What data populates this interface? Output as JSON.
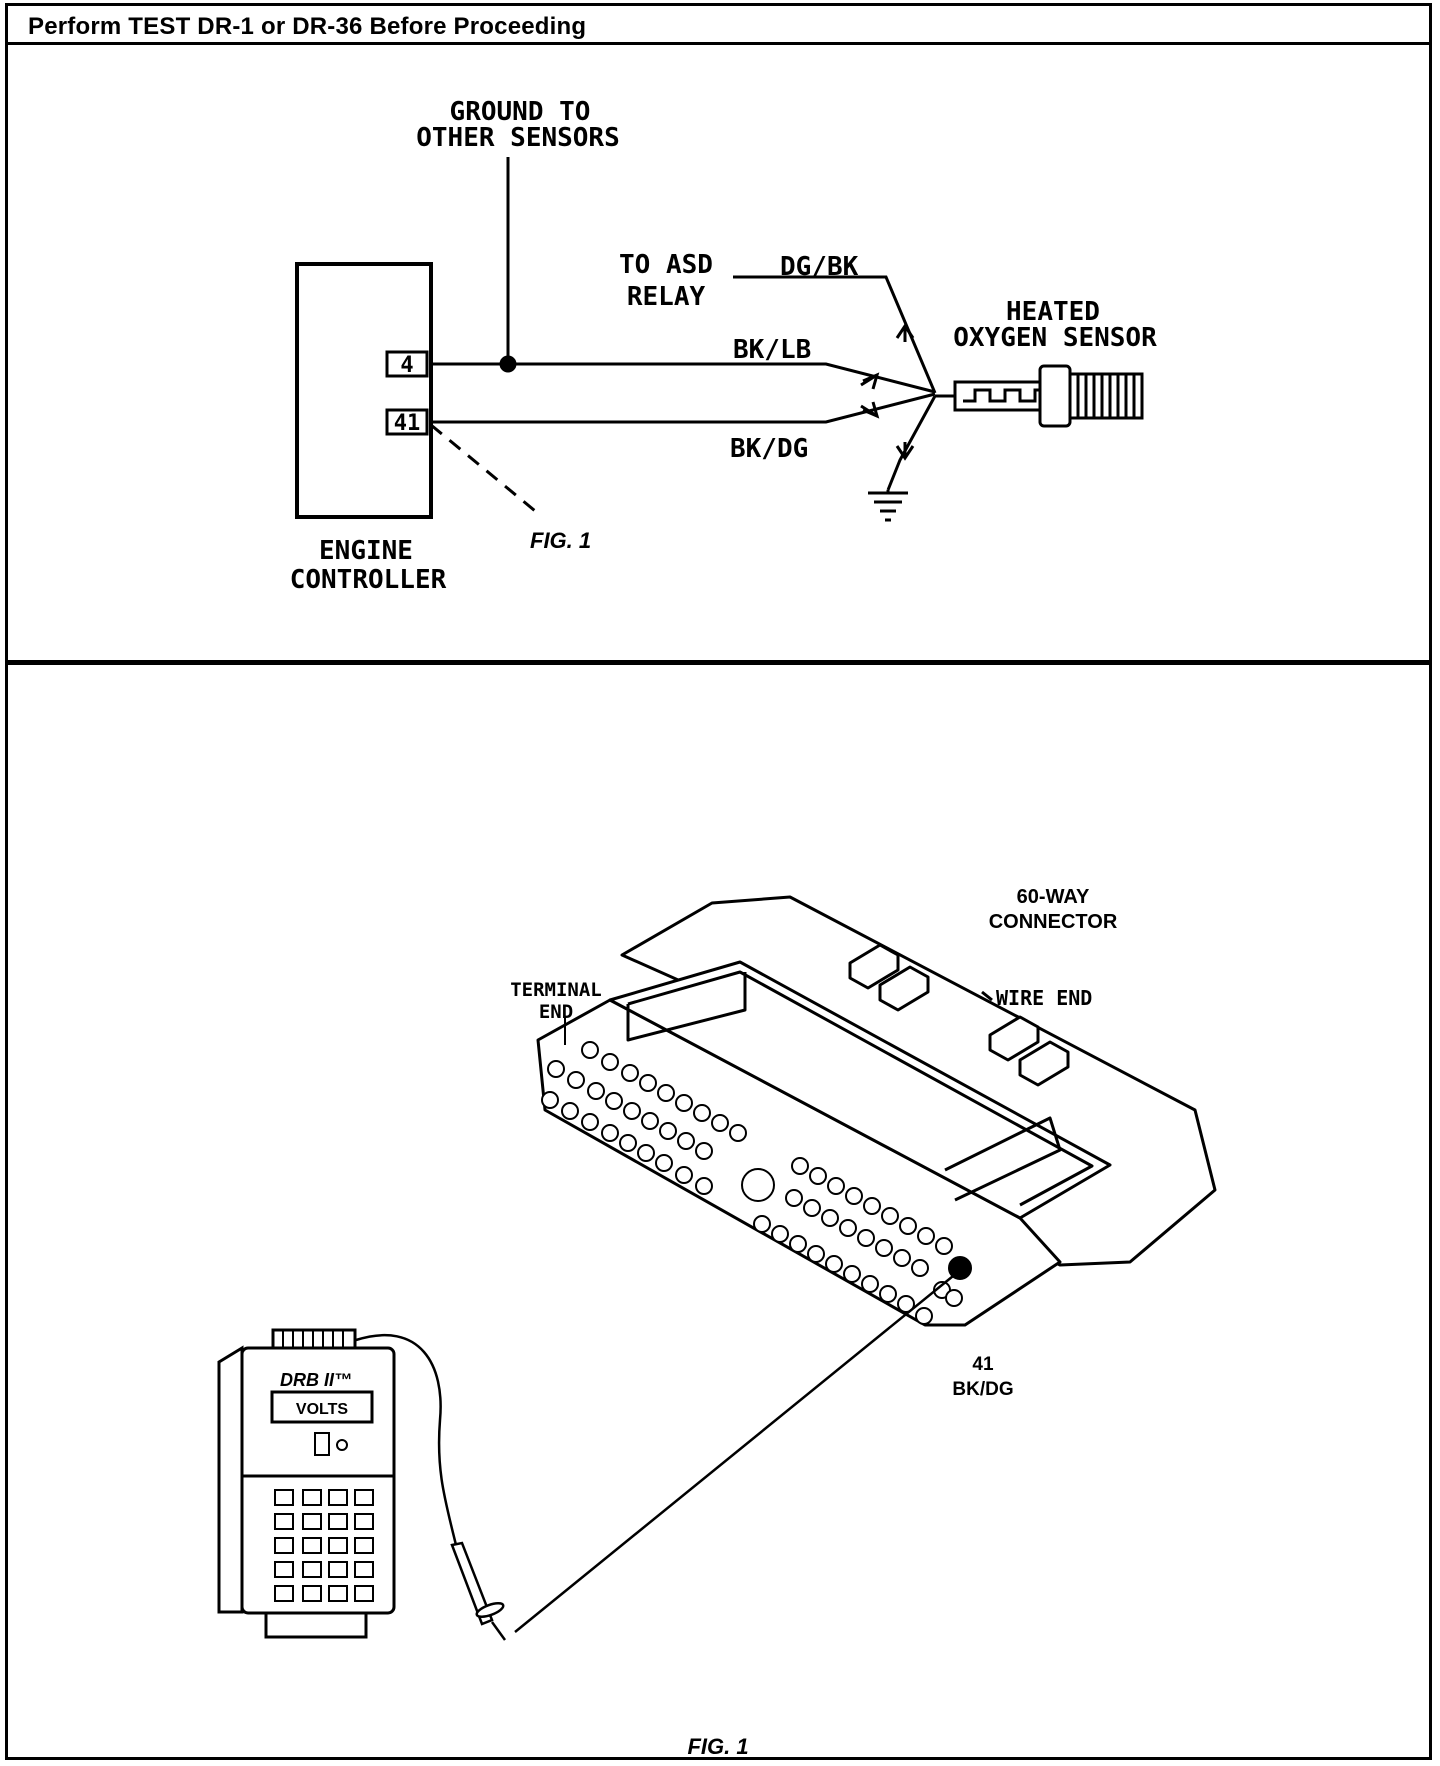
{
  "header": {
    "title": "Perform TEST DR-1 or DR-36 Before Proceeding"
  },
  "schematic": {
    "ground_label_line1": "GROUND TO",
    "ground_label_line2": "OTHER SENSORS",
    "asd_label_line1": "TO ASD",
    "asd_label_line2": "RELAY",
    "wire_dgbk": "DG/BK",
    "wire_bklb": "BK/LB",
    "wire_bkdg": "BK/DG",
    "sensor_label_line1": "HEATED",
    "sensor_label_line2": "OXYGEN SENSOR",
    "pin_4": "4",
    "pin_41": "41",
    "controller_label_line1": "ENGINE",
    "controller_label_line2": "CONTROLLER",
    "fig_ref": "FIG. 1"
  },
  "connector_view": {
    "connector_label_line1": "60-WAY",
    "connector_label_line2": "CONNECTOR",
    "terminal_end_line1": "TERMINAL",
    "terminal_end_line2": "END",
    "wire_end": "WIRE END",
    "pin_label_line1": "41",
    "pin_label_line2": "BK/DG",
    "tester_brand": "DRB II™",
    "tester_display": "VOLTS",
    "fig_caption": "FIG. 1"
  }
}
